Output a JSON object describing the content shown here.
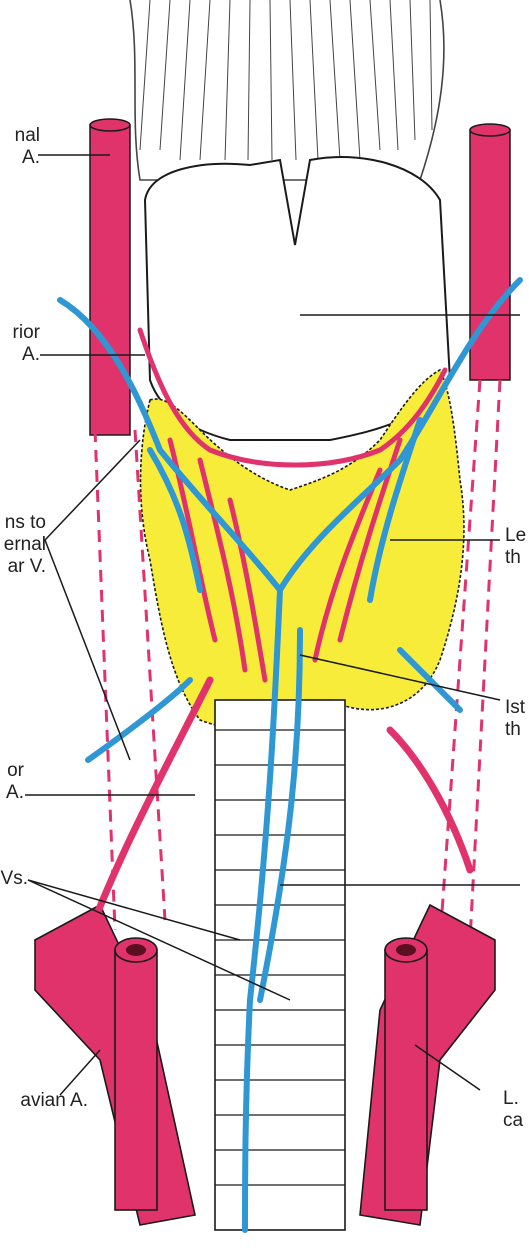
{
  "labels": {
    "top_left_1": "nal",
    "top_left_2": "A.",
    "sup_left_1": "rior",
    "sup_left_2": "A.",
    "veins_1": "ns to",
    "veins_2": "ernal",
    "veins_3": "ar V.",
    "inf_left_1": "or",
    "inf_left_2": "A.",
    "vs_left": "Vs.",
    "subclavian": "avian A.",
    "left_lobe_1": "Le",
    "left_lobe_2": "th",
    "isthmus_1": "Ist",
    "isthmus_2": "th",
    "carotid_1": "L.",
    "carotid_2": "ca"
  },
  "colors": {
    "artery": "#e0336b",
    "vein": "#2f97d4",
    "thyroid": "#f7ec3a",
    "outline": "#1a1a1a",
    "cartilage": "#ffffff"
  }
}
